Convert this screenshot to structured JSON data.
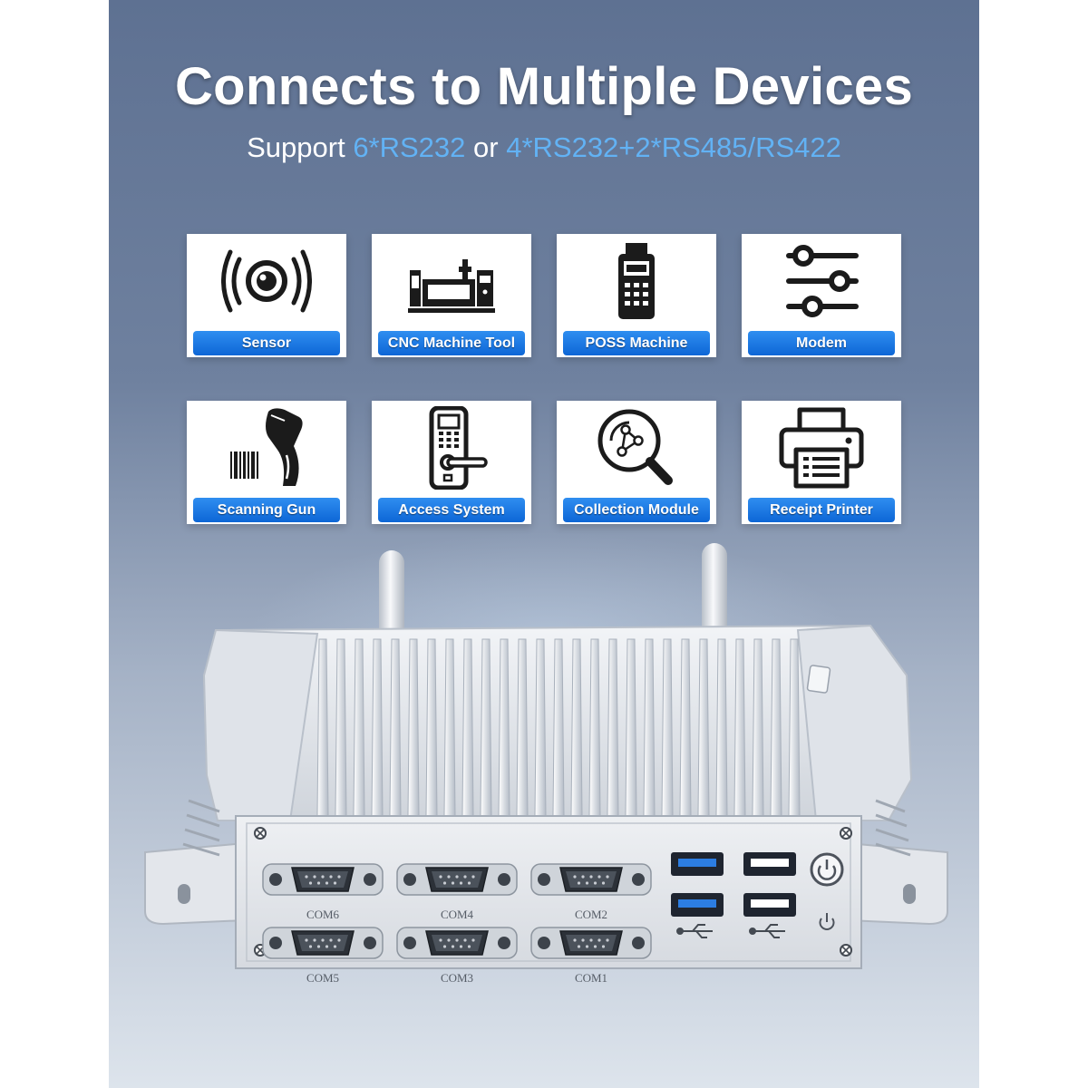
{
  "header": {
    "title": "Connects to Multiple Devices",
    "sub_prefix": "Support ",
    "sub_highlight_1": "6*RS232",
    "sub_middle": " or ",
    "sub_highlight_2": "4*RS232+2*RS485/RS422"
  },
  "devices": [
    {
      "label": "Sensor",
      "icon": "sensor-icon"
    },
    {
      "label": "CNC Machine Tool",
      "icon": "cnc-machine-icon"
    },
    {
      "label": "POSS Machine",
      "icon": "pos-terminal-icon"
    },
    {
      "label": "Modem",
      "icon": "sliders-icon"
    },
    {
      "label": "Scanning Gun",
      "icon": "barcode-scanner-icon"
    },
    {
      "label": "Access System",
      "icon": "door-lock-icon"
    },
    {
      "label": "Collection Module",
      "icon": "magnifier-network-icon"
    },
    {
      "label": "Receipt Printer",
      "icon": "printer-icon"
    }
  ],
  "ports": {
    "top_row": [
      "COM6",
      "COM4",
      "COM2"
    ],
    "bottom_row": [
      "COM5",
      "COM3",
      "COM1"
    ]
  },
  "colors": {
    "accent_blue": "#1a74e0",
    "highlight_blue": "#62b2f4",
    "background_top": "#5e7192",
    "chassis_silver": "#e6e9ee"
  }
}
